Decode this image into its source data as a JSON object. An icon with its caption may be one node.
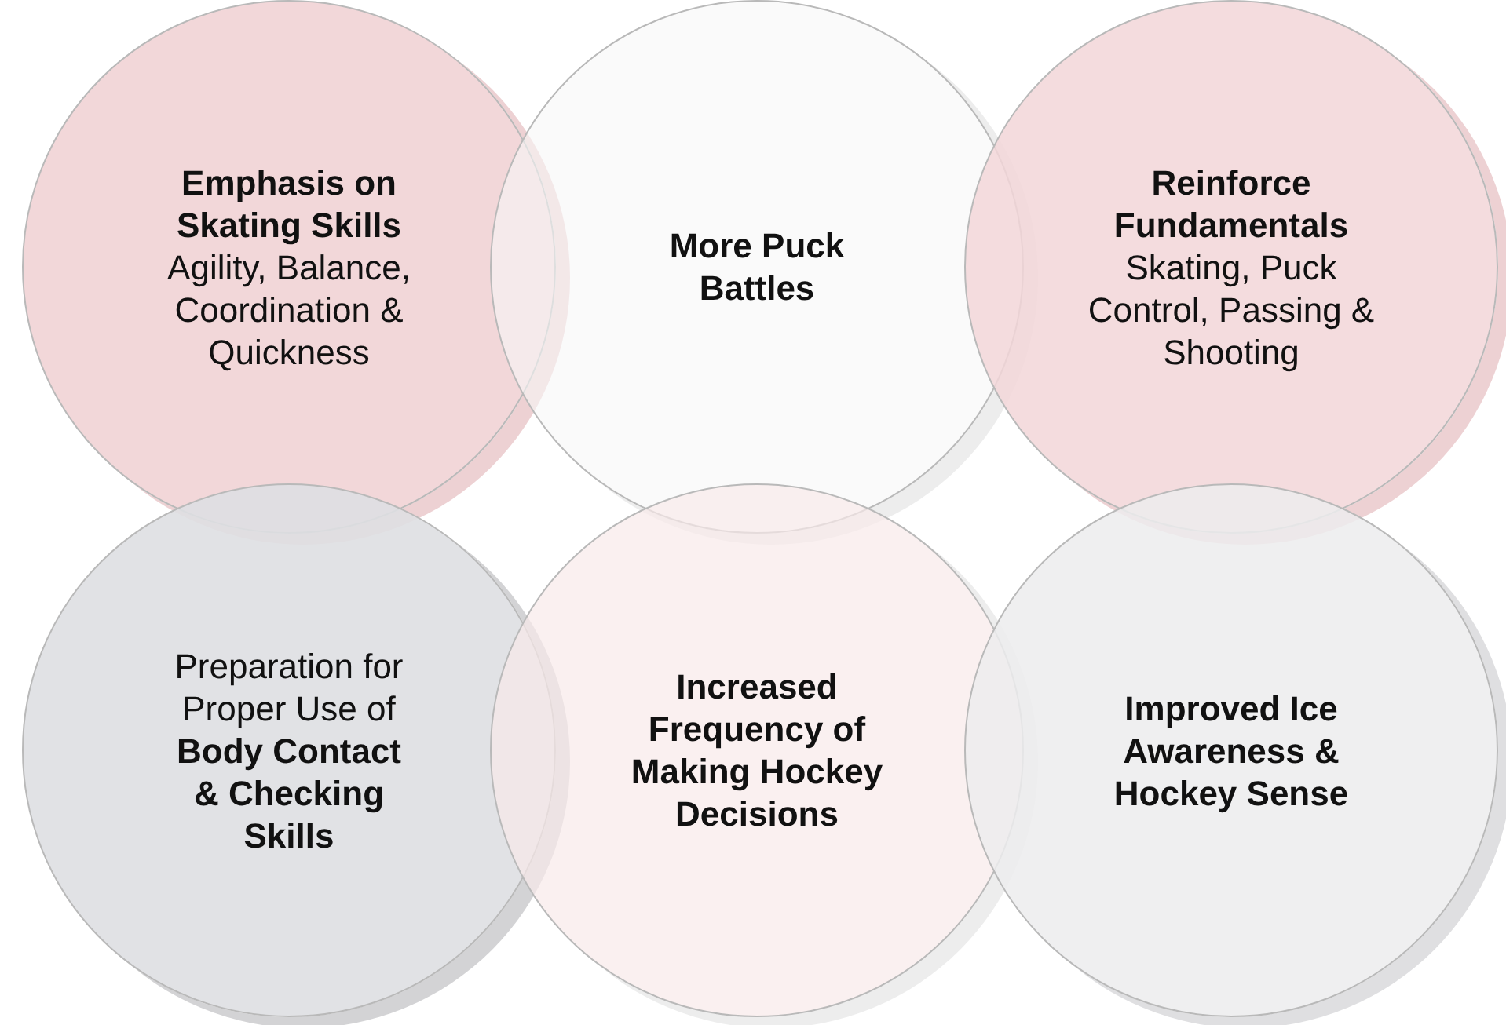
{
  "diagram": {
    "nodes": [
      {
        "text": [
          "Emphasis on Skating Skills",
          "Agility, Balance, Coordination & Quickness"
        ]
      },
      {
        "text": [
          "More Puck Battles"
        ]
      },
      {
        "text": [
          "Reinforce Fundamentals",
          "Skating, Puck Control, Passing & Shooting"
        ]
      },
      {
        "text": [
          "Preparation for Proper Use of",
          "Body Contact & Checking Skills"
        ]
      },
      {
        "text": [
          "Increased Frequency of Making Hockey Decisions"
        ]
      },
      {
        "text": [
          "Improved Ice Awareness & Hockey Sense"
        ]
      }
    ],
    "edges": []
  }
}
